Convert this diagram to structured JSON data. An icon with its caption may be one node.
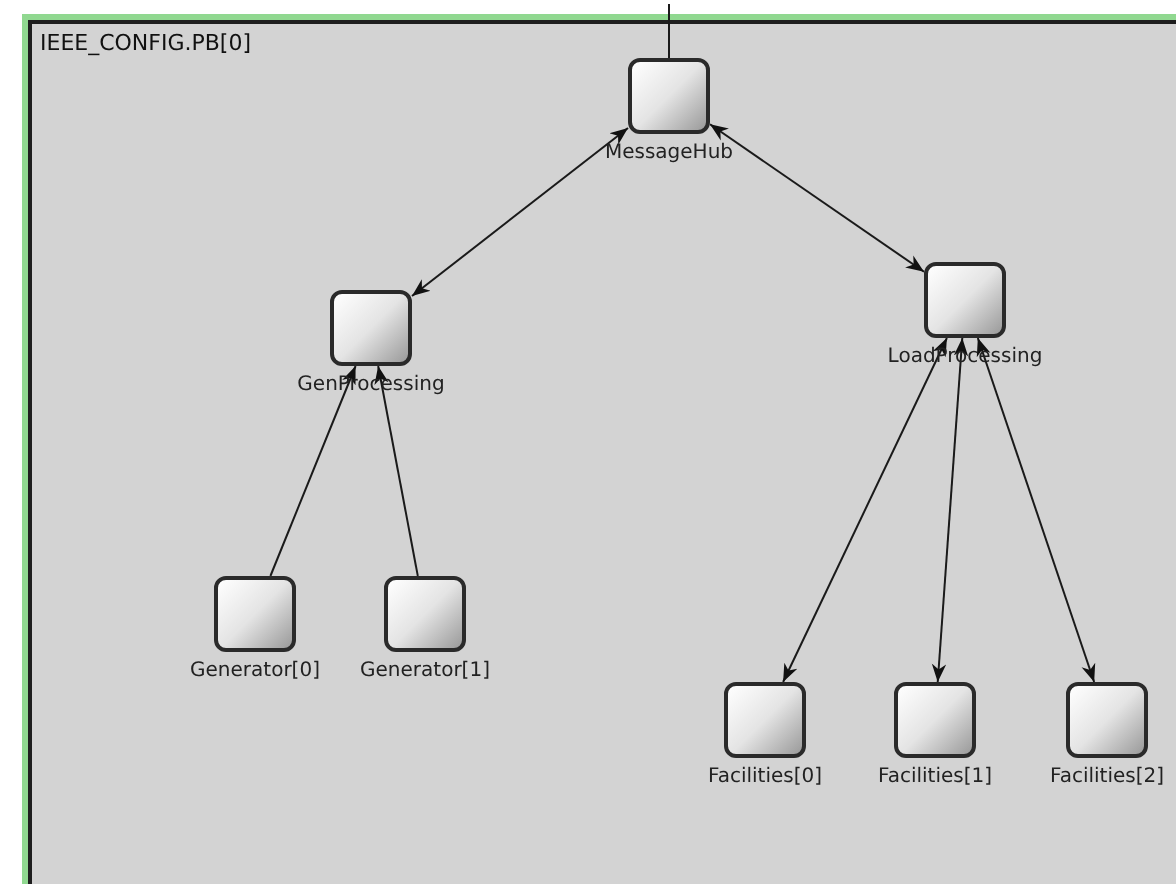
{
  "diagram": {
    "nodes": [
      {
        "text": [
          "IEEE_CONFIG.PB[0]"
        ]
      },
      {
        "text": [
          "MessageHub"
        ],
        "in": 0
      },
      {
        "text": [
          "GenProcessing"
        ],
        "in": 0
      },
      {
        "text": [
          "LoadProcessing"
        ],
        "in": 0
      },
      {
        "text": [
          "Generator[0]"
        ],
        "in": 0
      },
      {
        "text": [
          "Generator[1]"
        ],
        "in": 0
      },
      {
        "text": [
          "Facilities[0]"
        ],
        "in": 0
      },
      {
        "text": [
          "Facilities[1]"
        ],
        "in": 0
      },
      {
        "text": [
          "Facilities[2]"
        ],
        "in": 0
      }
    ],
    "edges": [
      {
        "from": null,
        "to": 1,
        "arrow": "none"
      },
      {
        "from": 1,
        "to": 2,
        "arrow": "both"
      },
      {
        "from": 1,
        "to": 3,
        "arrow": "both"
      },
      {
        "from": 4,
        "to": 2,
        "arrow": "to"
      },
      {
        "from": 5,
        "to": 2,
        "arrow": "to"
      },
      {
        "from": 3,
        "to": 6,
        "arrow": "both"
      },
      {
        "from": 3,
        "to": 7,
        "arrow": "both"
      },
      {
        "from": 3,
        "to": 8,
        "arrow": "both"
      }
    ]
  }
}
